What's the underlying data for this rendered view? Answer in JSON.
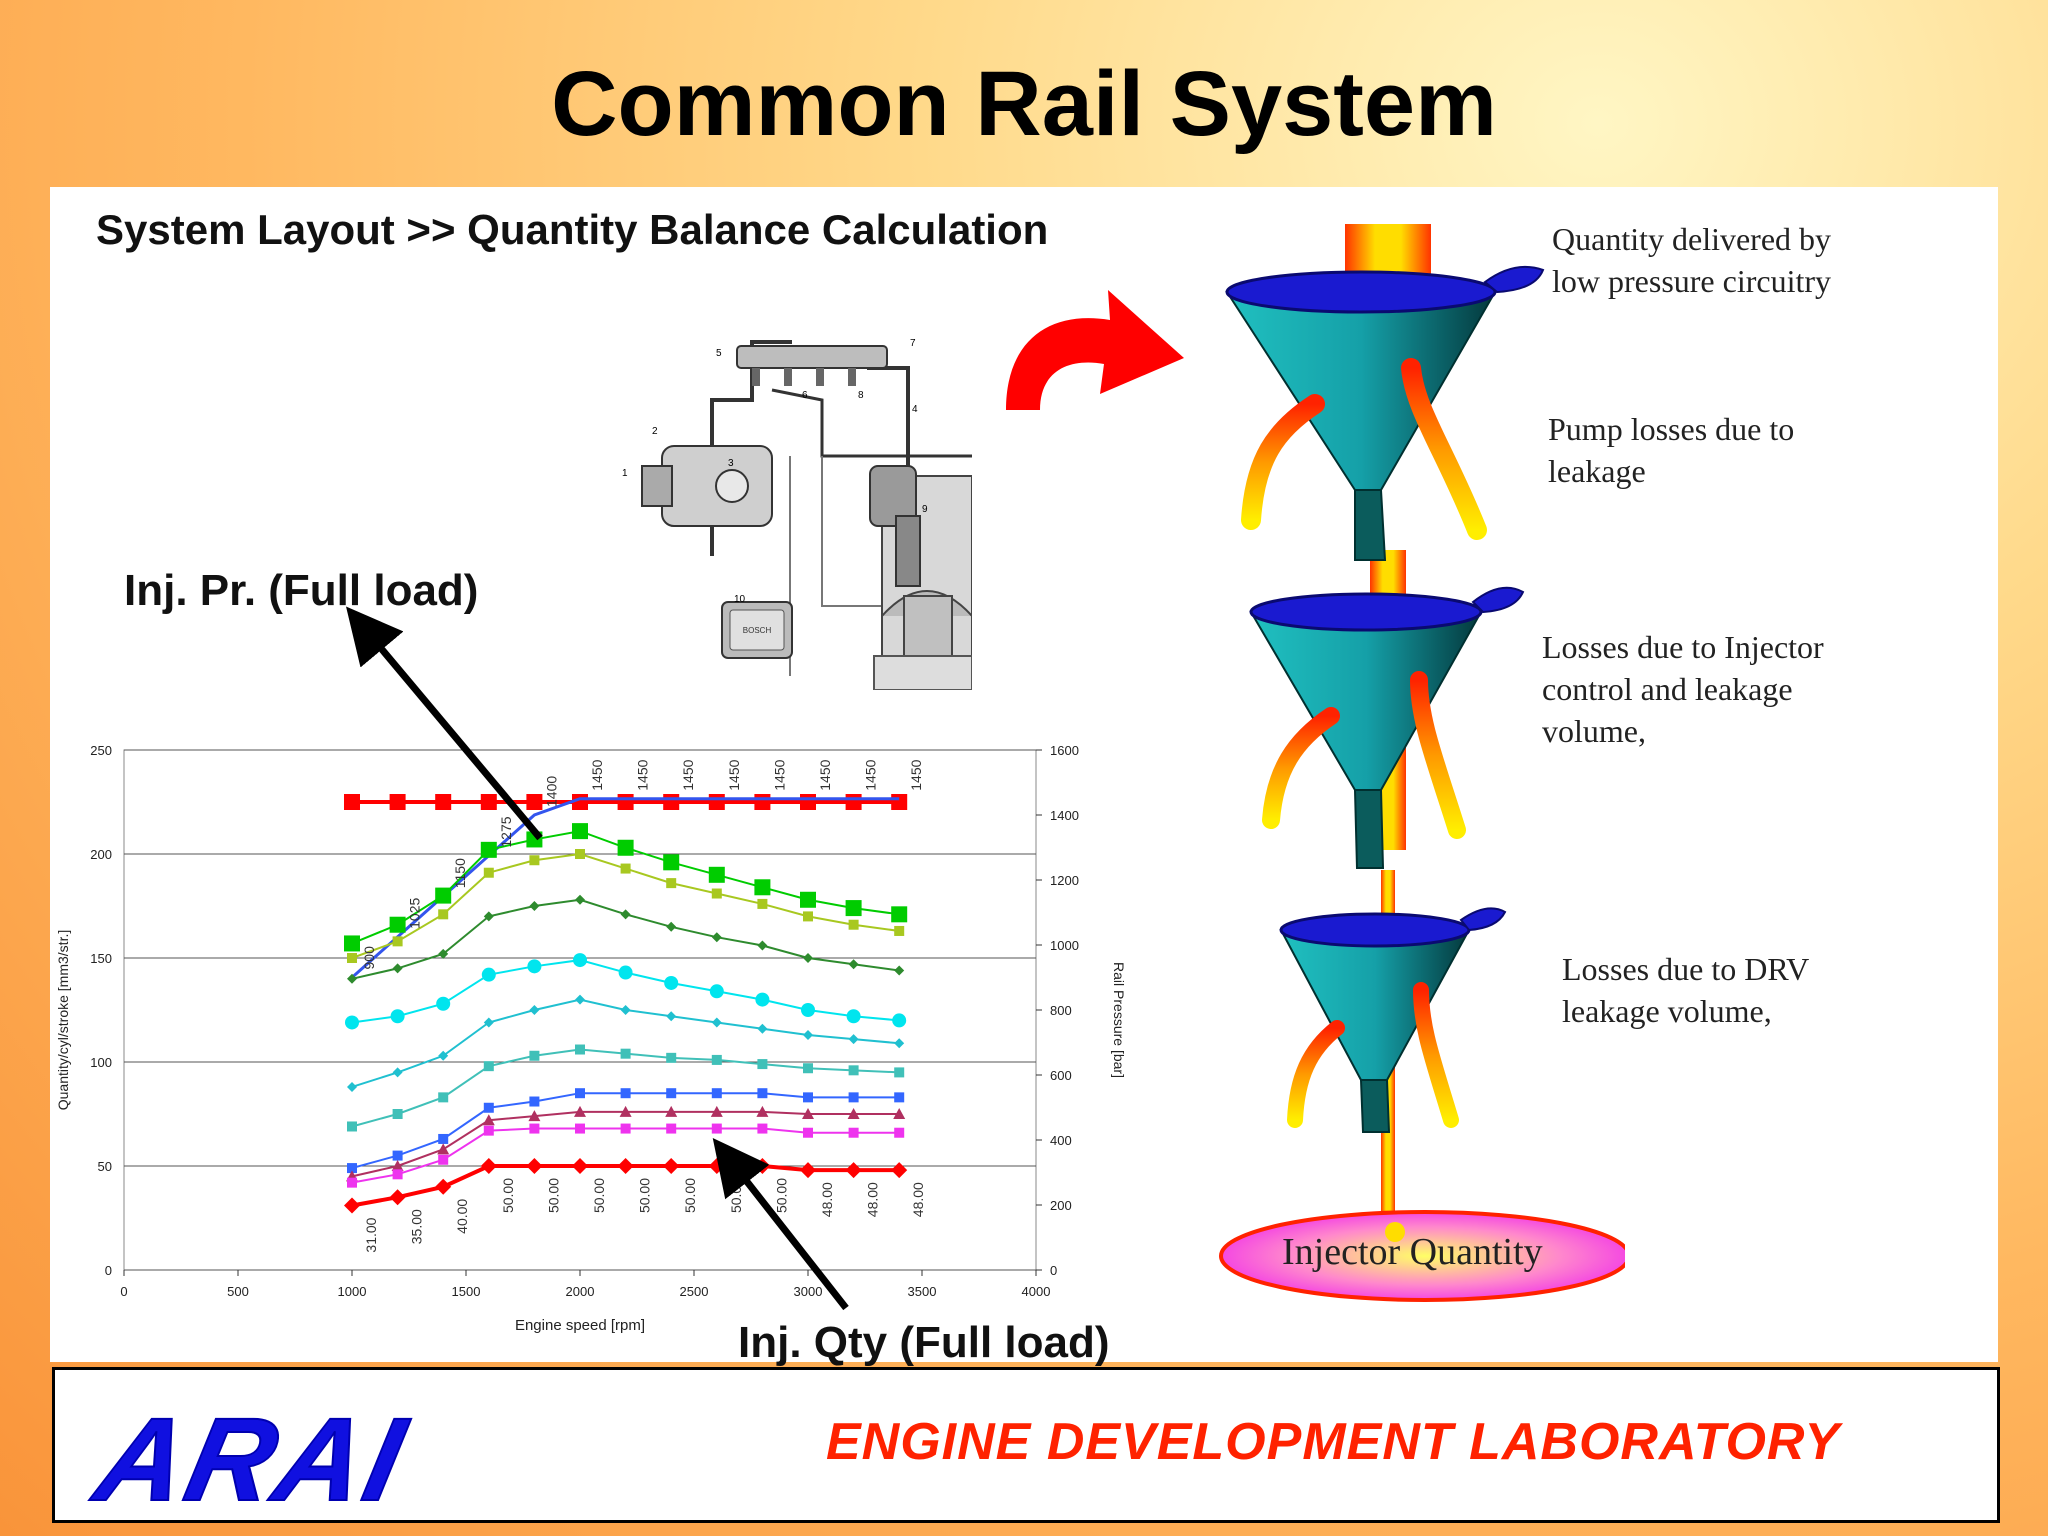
{
  "slide": {
    "title": "Common Rail System",
    "subtitle": "System Layout  >> Quantity Balance Calculation",
    "footer_logo": "ARAI",
    "footer_lab": "ENGINE DEVELOPMENT LABORATORY"
  },
  "annotations": {
    "inj_pr": "Inj. Pr. (Full load)",
    "inj_qty": "Inj. Qty (Full load)"
  },
  "funnel_diagram": {
    "labels": [
      "Quantity delivered by low pressure circuitry",
      "Pump losses due to leakage",
      "Losses due to Injector control and leakage volume,",
      "Losses due to DRV leakage volume,",
      "Injector Quantity"
    ]
  },
  "schematic": {
    "ecu_label": "BOSCH",
    "part_numbers": [
      "1",
      "2",
      "3",
      "4",
      "5",
      "6",
      "7",
      "8",
      "9",
      "10"
    ]
  },
  "colors": {
    "funnel": "#1fbfbf",
    "arrow": "#ff0000",
    "logo": "#1010e0",
    "lab_text": "#ff2200"
  },
  "chart_data": {
    "type": "line",
    "xlabel": "Engine speed [rpm]",
    "ylabel": "Quantity/cyl/stroke [mm3/str.]",
    "y2label": "Rail Pressure [bar]",
    "xlim": [
      0,
      4000
    ],
    "ylim": [
      0,
      250
    ],
    "y2lim": [
      0,
      1600
    ],
    "x_ticks": [
      "0",
      "500",
      "1000",
      "1500",
      "2000",
      "2500",
      "3000",
      "3500",
      "4000"
    ],
    "y_ticks": [
      "0",
      "50",
      "100",
      "150",
      "200",
      "250"
    ],
    "y2_ticks": [
      "0",
      "200",
      "400",
      "600",
      "800",
      "1000",
      "1200",
      "1400",
      "1600"
    ],
    "grid": true,
    "x": [
      1000,
      1200,
      1400,
      1600,
      1800,
      2000,
      2200,
      2400,
      2600,
      2800,
      3000,
      3200,
      3400
    ],
    "series": [
      {
        "axis": "y",
        "color": "#ff0000",
        "marker": "square",
        "values": [
          225,
          225,
          225,
          225,
          225,
          225,
          225,
          225,
          225,
          225,
          225,
          225,
          225
        ]
      },
      {
        "axis": "y2",
        "color": "#3355ee",
        "marker": "none",
        "x": [
          1000,
          1200,
          1400,
          1600,
          1800,
          2000,
          2200,
          2400,
          2600,
          2800,
          3000,
          3200,
          3400
        ],
        "values": [
          900,
          1025,
          1150,
          1275,
          1400,
          1450,
          1450,
          1450,
          1450,
          1450,
          1450,
          1450,
          1450
        ]
      },
      {
        "axis": "y",
        "color": "#00cc00",
        "marker": "square",
        "values": [
          157,
          166,
          180,
          202,
          207,
          211,
          203,
          196,
          190,
          184,
          178,
          174,
          171
        ]
      },
      {
        "axis": "y",
        "color": "#a8c820",
        "marker": "square",
        "values": [
          150,
          158,
          171,
          191,
          197,
          200,
          193,
          186,
          181,
          176,
          170,
          166,
          163
        ]
      },
      {
        "axis": "y",
        "color": "#2e8b2e",
        "marker": "diamond",
        "values": [
          140,
          145,
          152,
          170,
          175,
          178,
          171,
          165,
          160,
          156,
          150,
          147,
          144
        ]
      },
      {
        "axis": "y",
        "color": "#00e5ee",
        "marker": "circle",
        "values": [
          119,
          122,
          128,
          142,
          146,
          149,
          143,
          138,
          134,
          130,
          125,
          122,
          120
        ]
      },
      {
        "axis": "y",
        "color": "#20c0d0",
        "marker": "diamond",
        "values": [
          88,
          95,
          103,
          119,
          125,
          130,
          125,
          122,
          119,
          116,
          113,
          111,
          109
        ]
      },
      {
        "axis": "y",
        "color": "#40c0b8",
        "marker": "square",
        "values": [
          69,
          75,
          83,
          98,
          103,
          106,
          104,
          102,
          101,
          99,
          97,
          96,
          95
        ]
      },
      {
        "axis": "y",
        "color": "#3366ff",
        "marker": "square",
        "values": [
          49,
          55,
          63,
          78,
          81,
          85,
          85,
          85,
          85,
          85,
          83,
          83,
          83
        ]
      },
      {
        "axis": "y",
        "color": "#b03060",
        "marker": "triangle",
        "values": [
          45,
          50,
          58,
          72,
          74,
          76,
          76,
          76,
          76,
          76,
          75,
          75,
          75
        ]
      },
      {
        "axis": "y",
        "color": "#ee33ee",
        "marker": "square",
        "values": [
          42,
          46,
          53,
          67,
          68,
          68,
          68,
          68,
          68,
          68,
          66,
          66,
          66
        ]
      },
      {
        "axis": "y",
        "color": "#ff0000",
        "marker": "diamond",
        "values": [
          31.0,
          35.0,
          40.0,
          50.0,
          50.0,
          50.0,
          50.0,
          50.0,
          50.0,
          50.0,
          48.0,
          48.0,
          48.0
        ]
      }
    ],
    "pressure_labels": [
      "900",
      "1025",
      "1150",
      "1275",
      "1400",
      "1450",
      "1450",
      "1450",
      "1450",
      "1450",
      "1450",
      "1450",
      "1450"
    ],
    "quantity_labels": [
      "31.00",
      "35.00",
      "40.00",
      "50.00",
      "50.00",
      "50.00",
      "50.00",
      "50.00",
      "50.00",
      "50.00",
      "48.00",
      "48.00",
      "48.00"
    ]
  }
}
